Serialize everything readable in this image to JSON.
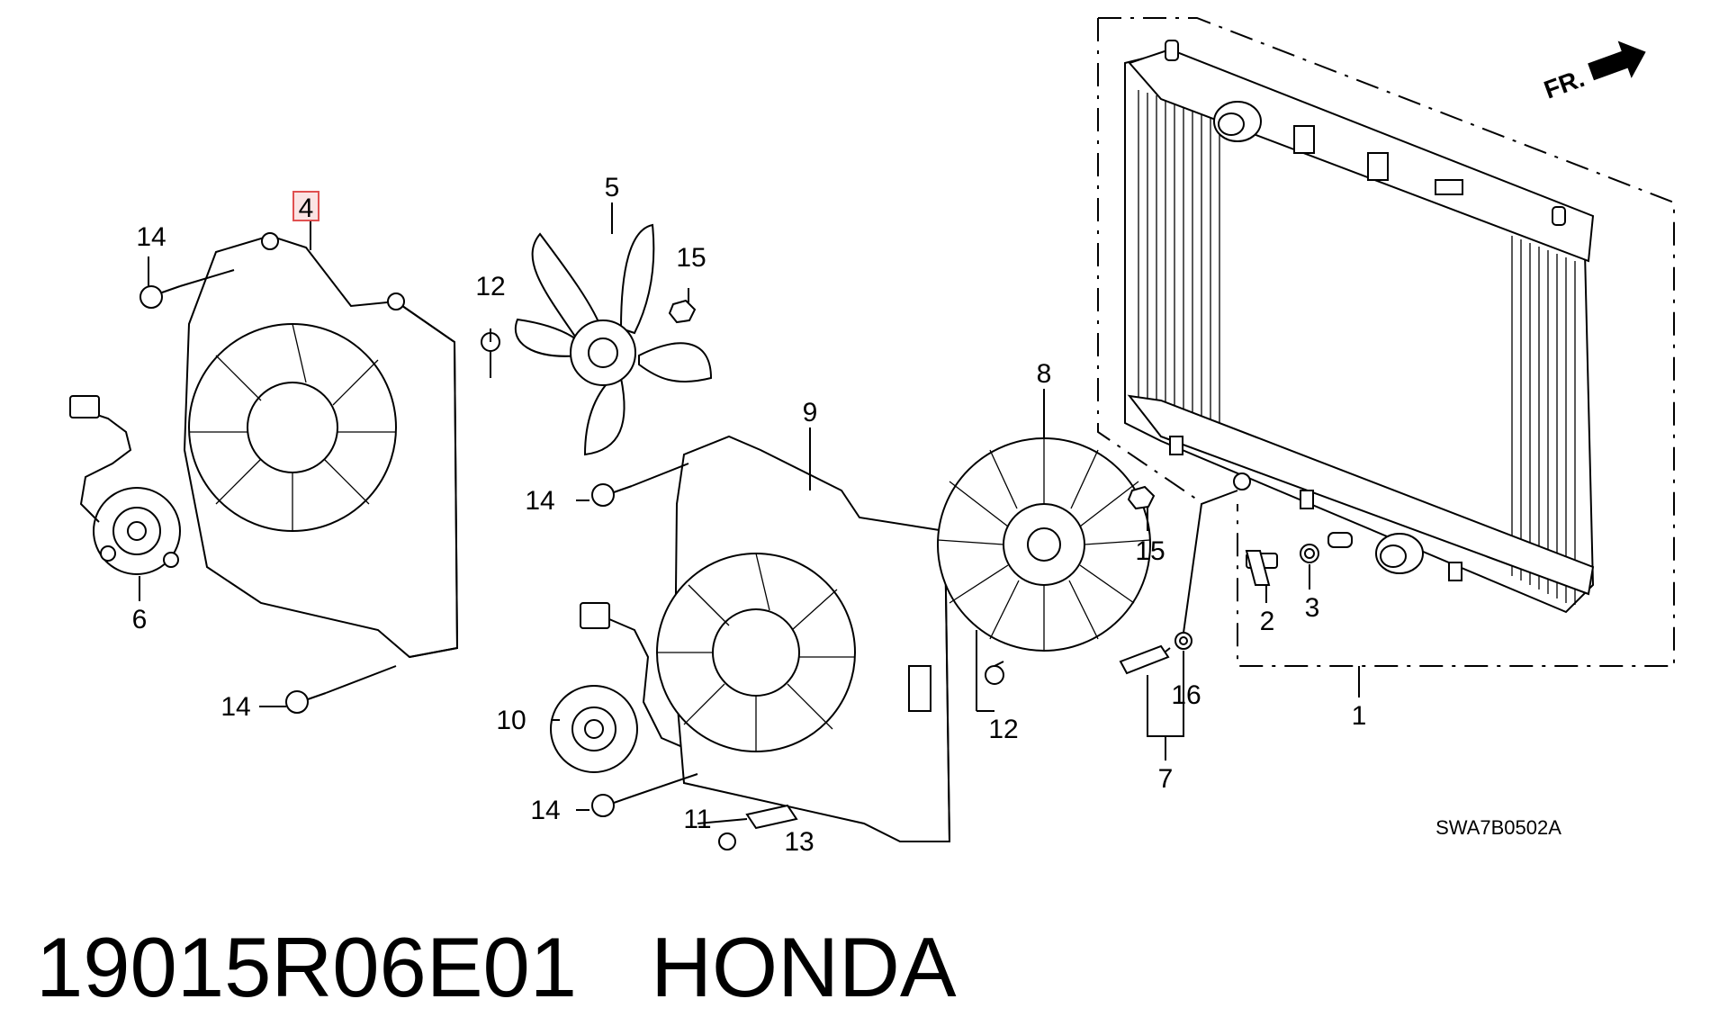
{
  "diagram": {
    "direction_label": "FR.",
    "diagram_code": "SWA7B0502A",
    "highlight_color": "#e05050",
    "callouts": [
      {
        "id": "c1",
        "label": "1"
      },
      {
        "id": "c2",
        "label": "2"
      },
      {
        "id": "c3",
        "label": "3"
      },
      {
        "id": "c4",
        "label": "4",
        "highlighted": true
      },
      {
        "id": "c5",
        "label": "5"
      },
      {
        "id": "c6",
        "label": "6"
      },
      {
        "id": "c7",
        "label": "7"
      },
      {
        "id": "c8",
        "label": "8"
      },
      {
        "id": "c9",
        "label": "9"
      },
      {
        "id": "c10",
        "label": "10"
      },
      {
        "id": "c11",
        "label": "11"
      },
      {
        "id": "c12a",
        "label": "12"
      },
      {
        "id": "c12b",
        "label": "12"
      },
      {
        "id": "c13",
        "label": "13"
      },
      {
        "id": "c14a",
        "label": "14"
      },
      {
        "id": "c14b",
        "label": "14"
      },
      {
        "id": "c14c",
        "label": "14"
      },
      {
        "id": "c14d",
        "label": "14"
      },
      {
        "id": "c15a",
        "label": "15"
      },
      {
        "id": "c15b",
        "label": "15"
      },
      {
        "id": "c16",
        "label": "16"
      }
    ]
  },
  "footer": {
    "part_number": "19015R06E01",
    "brand": "HONDA"
  }
}
